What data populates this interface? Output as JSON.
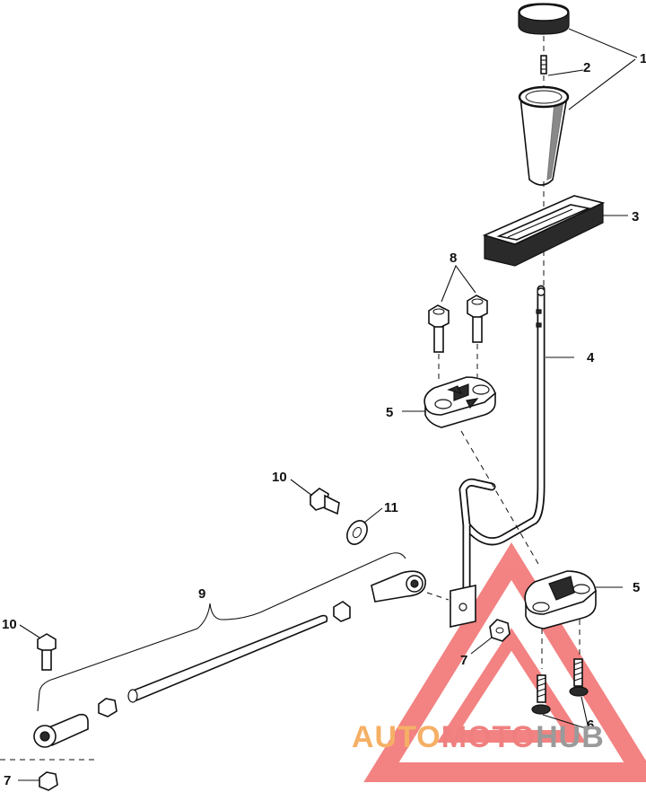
{
  "callouts": {
    "c1": "1",
    "c2": "2",
    "c3": "3",
    "c4": "4",
    "c5a": "5",
    "c5b": "5",
    "c6": "6",
    "c7a": "7",
    "c7b": "7",
    "c8": "8",
    "c9": "9",
    "c10a": "10",
    "c10b": "10",
    "c11": "11"
  },
  "watermark": {
    "part1": "AUTO",
    "part2": "MOTO",
    "part3": "HUB",
    "colors": {
      "auto": "#f5b066",
      "moto": "#f08080",
      "hub": "#9a9a9a",
      "triangle": "#f26d6d"
    }
  }
}
